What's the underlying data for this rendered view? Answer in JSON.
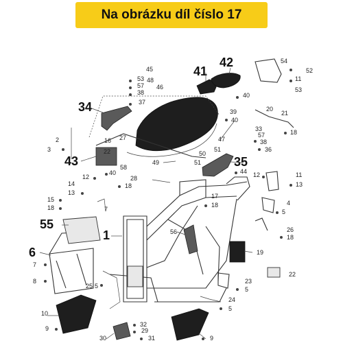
{
  "header": {
    "title": "Na obrázku díl číslo 17"
  },
  "callouts": {
    "45": "45",
    "48": "48",
    "53": "53",
    "57": "57",
    "38": "38",
    "46": "46",
    "37": "37",
    "41": "41",
    "42": "42",
    "54": "54",
    "52": "52",
    "11": "11",
    "53b": "53",
    "40": "40",
    "34": "34",
    "39": "39",
    "40b": "40",
    "20": "20",
    "21": "21",
    "2": "2",
    "3": "3",
    "27": "27",
    "16": "16",
    "22": "22",
    "33": "33",
    "57b": "57",
    "18": "18",
    "47": "47",
    "38b": "38",
    "36": "36",
    "50": "50",
    "51": "51",
    "43": "43",
    "58": "58",
    "49": "49",
    "51b": "51",
    "35": "35",
    "44": "44",
    "40c": "40",
    "12": "12",
    "12b": "12",
    "11b": "11",
    "13": "13",
    "28": "28",
    "18b": "18",
    "14": "14",
    "13b": "13",
    "15": "15",
    "18c": "18",
    "7": "7",
    "17": "17",
    "18d": "18",
    "4": "4",
    "5": "5",
    "55": "55",
    "1": "1",
    "56": "56",
    "26": "26",
    "18e": "18",
    "6": "6",
    "19": "19",
    "7b": "7",
    "8": "8",
    "25": "25",
    "5b": "5",
    "23": "23",
    "5c": "5",
    "22b": "22",
    "24": "24",
    "5d": "5",
    "10": "10",
    "32": "32",
    "9": "9",
    "29": "29",
    "31": "31",
    "30": "30",
    "9b": "9"
  }
}
